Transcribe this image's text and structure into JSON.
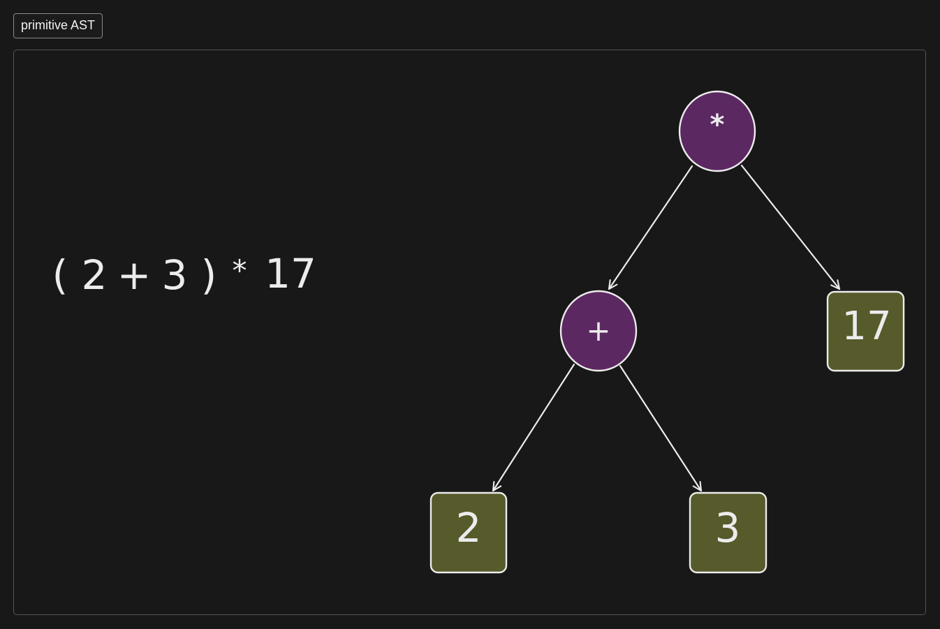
{
  "frame": {
    "label": "primitive AST"
  },
  "expression": {
    "tokens": [
      "(",
      "2",
      "+",
      "3",
      ")",
      "*",
      "17"
    ]
  },
  "tree": {
    "operators": [
      {
        "id": "mul",
        "symbol": "*"
      },
      {
        "id": "add",
        "symbol": "+"
      }
    ],
    "literals": [
      {
        "id": "lit-17",
        "value": "17"
      },
      {
        "id": "lit-2",
        "value": "2"
      },
      {
        "id": "lit-3",
        "value": "3"
      }
    ],
    "edges": [
      {
        "from": "mul",
        "to": "add"
      },
      {
        "from": "mul",
        "to": "lit-17"
      },
      {
        "from": "add",
        "to": "lit-2"
      },
      {
        "from": "add",
        "to": "lit-3"
      }
    ]
  },
  "colors": {
    "background": "#181818",
    "operator_fill": "#5c2862",
    "literal_fill": "#575a2a",
    "stroke": "#ececec"
  }
}
